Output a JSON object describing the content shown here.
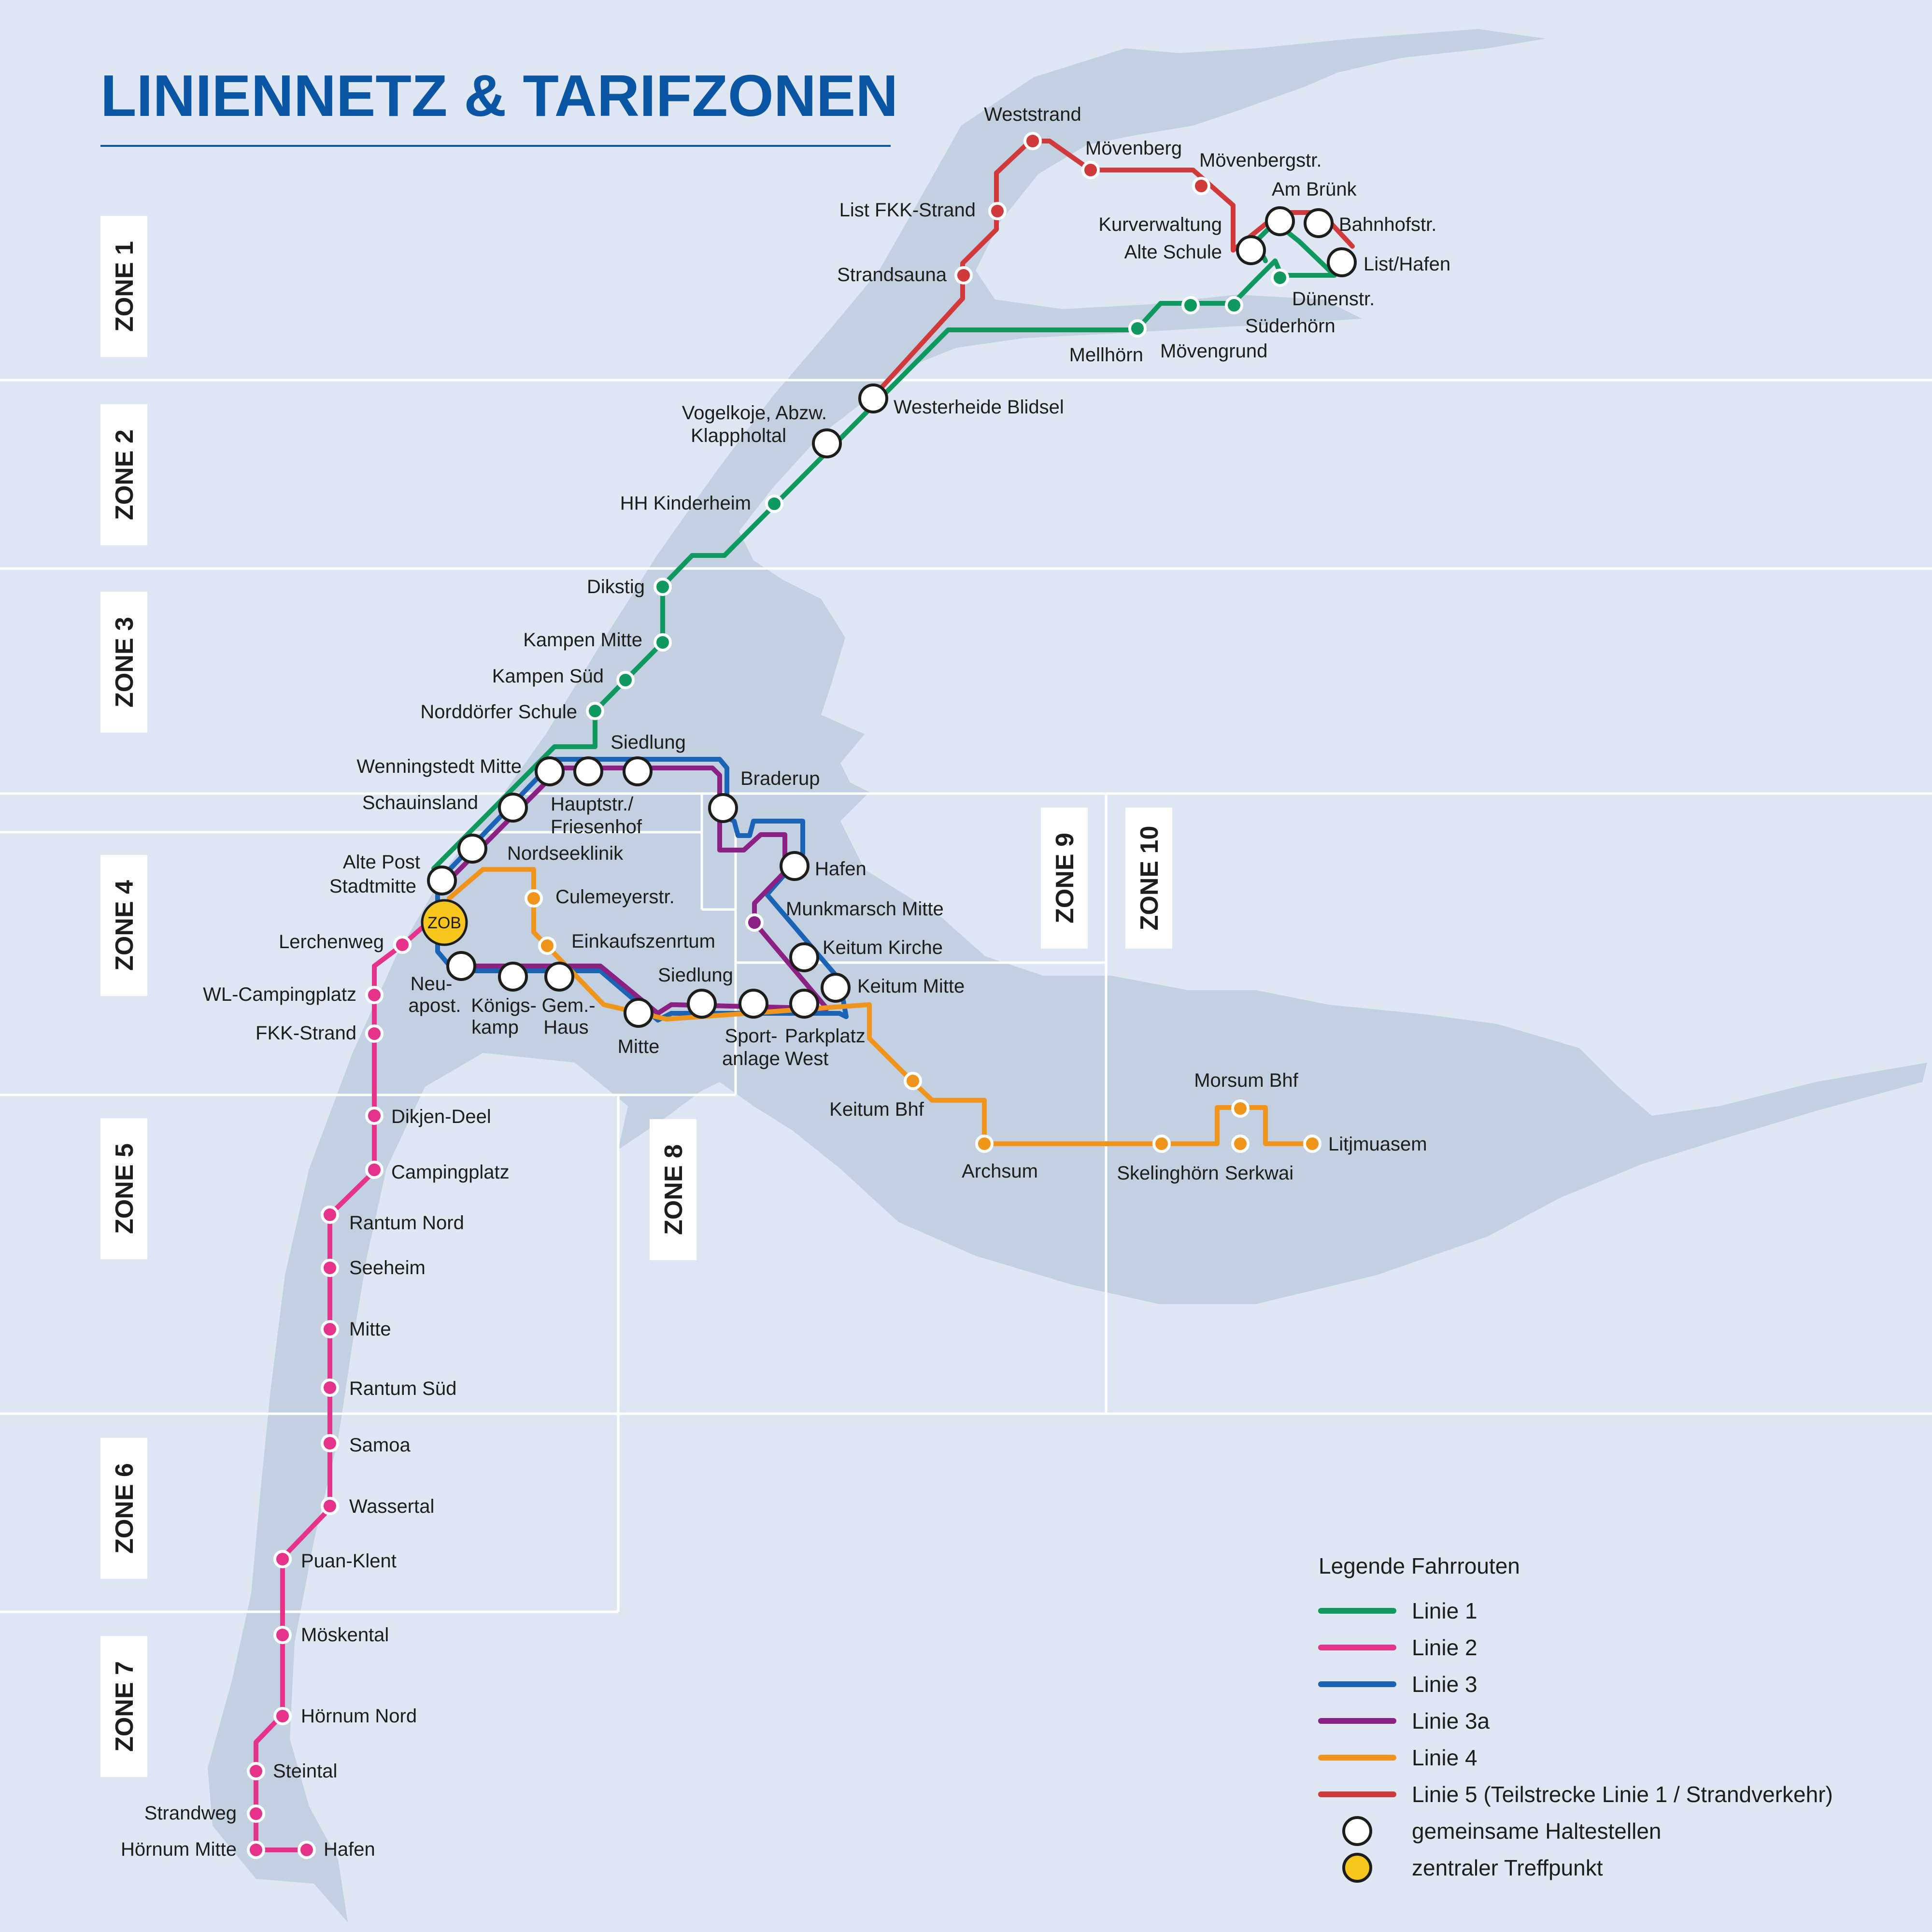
{
  "title": "LINIENNETZ & TARIFZONEN",
  "colors": {
    "background": "#dfe6f4",
    "land": "#c3d0e2",
    "title": "#0b56a4",
    "grid": "#ffffff",
    "linie1": "#0f9960",
    "linie2": "#e5338b",
    "linie3": "#1b63b4",
    "linie3a": "#8a2183",
    "linie4": "#f0951b",
    "linie5": "#d03a3a",
    "zob": "#f7c51c"
  },
  "zones": [
    "ZONE 1",
    "ZONE 2",
    "ZONE 3",
    "ZONE 4",
    "ZONE 5",
    "ZONE 6",
    "ZONE 7",
    "ZONE 8",
    "ZONE 9",
    "ZONE 10"
  ],
  "zob_label": "ZOB",
  "stations": {
    "weststrand": "Weststrand",
    "moevenberg": "Mövenberg",
    "moevenbergstr": "Mövenbergstr.",
    "list_fkk": "List FKK-Strand",
    "am_bruenk": "Am Brünk",
    "kurverwaltung": "Kurverwaltung",
    "bahnhofstr": "Bahnhofstr.",
    "alte_schule": "Alte Schule",
    "list_hafen": "List/Hafen",
    "strandsauna": "Strandsauna",
    "duenenstr": "Dünenstr.",
    "suederhoern": "Süderhörn",
    "mellhoern": "Mellhörn",
    "moevengrund": "Mövengrund",
    "westerheide": "Westerheide Blidsel",
    "vogelkoje_1": "Vogelkoje, Abzw.",
    "vogelkoje_2": "Klappholtal",
    "hh_kinderheim": "HH Kinderheim",
    "dikstig": "Dikstig",
    "kampen_mitte": "Kampen Mitte",
    "kampen_sued": "Kampen Süd",
    "norddoerfer": "Norddörfer Schule",
    "siedlung_n": "Siedlung",
    "wenningstedt": "Wenningstedt Mitte",
    "braderup": "Braderup",
    "schauinsland": "Schauinsland",
    "hauptstr_1": "Hauptstr./",
    "hauptstr_2": "Friesenhof",
    "nordseeklinik": "Nordseeklinik",
    "hafen_m": "Hafen",
    "alte_post_1": "Alte Post",
    "alte_post_2": "Stadtmitte",
    "culemeyer": "Culemeyerstr.",
    "munkmarsch": "Munkmarsch Mitte",
    "lerchenweg": "Lerchenweg",
    "einkauf": "Einkaufszenrtum",
    "keitum_kirche": "Keitum Kirche",
    "siedlung_s": "Siedlung",
    "keitum_mitte": "Keitum Mitte",
    "wl_camping": "WL-Campingplatz",
    "neu_1": "Neu-",
    "neu_2": "apost.",
    "koenig_1": "Königs-",
    "koenig_2": "kamp",
    "gem_1": "Gem.-",
    "gem_2": "Haus",
    "sport_1": "Sport-",
    "sport_2": "anlage",
    "parkplatz_1": "Parkplatz",
    "parkplatz_2": "West",
    "fkk_strand": "FKK-Strand",
    "mitte_wl": "Mitte",
    "keitum_bhf": "Keitum Bhf",
    "morsum_bhf": "Morsum Bhf",
    "dikjen": "Dikjen-Deel",
    "campingplatz": "Campingplatz",
    "archsum": "Archsum",
    "skelinghoern": "Skelinghörn",
    "serkwai": "Serkwai",
    "litjmuasem": "Litjmuasem",
    "rantum_nord": "Rantum Nord",
    "seeheim": "Seeheim",
    "mitte_r": "Mitte",
    "rantum_sued": "Rantum Süd",
    "samoa": "Samoa",
    "wassertal": "Wassertal",
    "puan_klent": "Puan-Klent",
    "moeskental": "Möskental",
    "hoernum_nord": "Hörnum Nord",
    "steintal": "Steintal",
    "strandweg": "Strandweg",
    "hoernum_mitte": "Hörnum Mitte",
    "hafen_h": "Hafen"
  },
  "legend": {
    "title": "Legende Fahrrouten",
    "items": [
      {
        "label": "Linie 1",
        "kind": "line",
        "color": "#0f9960"
      },
      {
        "label": "Linie 2",
        "kind": "line",
        "color": "#e5338b"
      },
      {
        "label": "Linie 3",
        "kind": "line",
        "color": "#1b63b4"
      },
      {
        "label": "Linie 3a",
        "kind": "line",
        "color": "#8a2183"
      },
      {
        "label": "Linie 4",
        "kind": "line",
        "color": "#f0951b"
      },
      {
        "label": "Linie 5 (Teilstrecke Linie 1 / Strandverkehr)",
        "kind": "line",
        "color": "#d03a3a"
      },
      {
        "label": "gemeinsame Haltestellen",
        "kind": "shared",
        "color": "#ffffff"
      },
      {
        "label": "zentraler Treffpunkt",
        "kind": "hub",
        "color": "#f7c51c"
      }
    ]
  }
}
